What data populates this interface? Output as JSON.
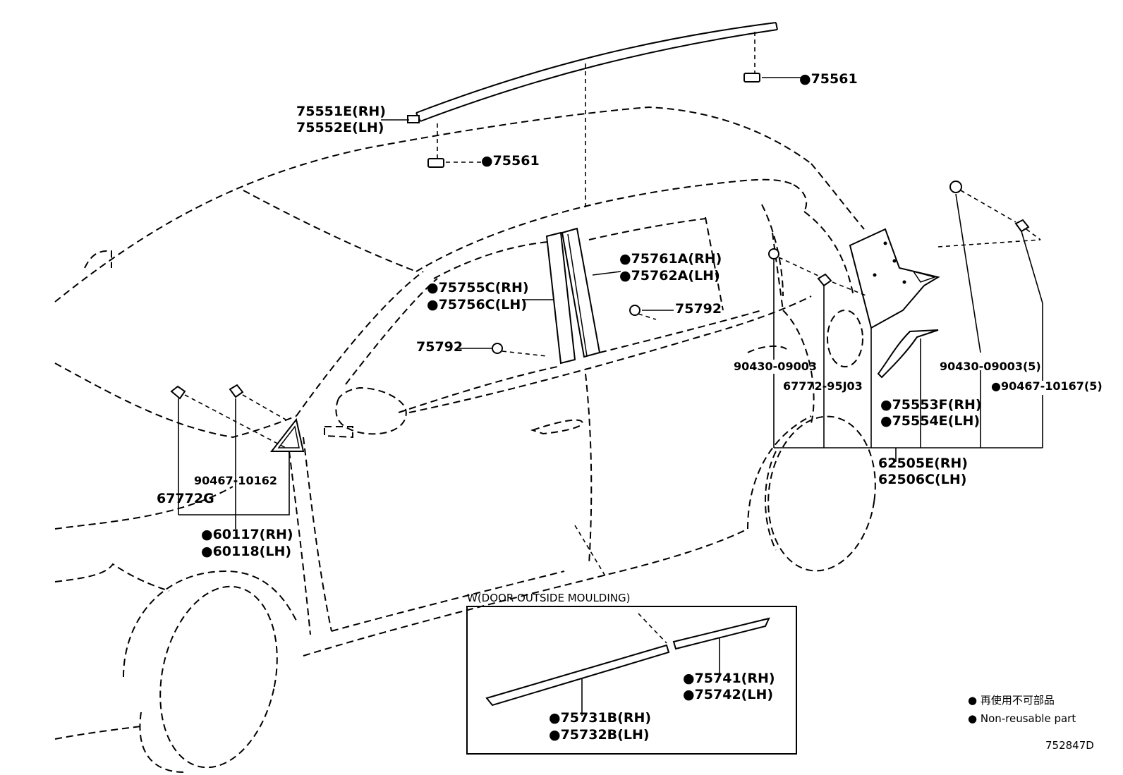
{
  "labels": {
    "l75551e": "75551E(RH)",
    "l75552e": "75552E(LH)",
    "l75561_top": "●75561",
    "l75561_mid": "●75561",
    "l75761a": "●75761A(RH)",
    "l75762a": "●75762A(LH)",
    "l75755c": "●75755C(RH)",
    "l75756c": "●75756C(LH)",
    "l75792_right": "75792",
    "l75792_left": "75792",
    "l90430_a": "90430-09003",
    "l67772_95j03": "67772-95J03",
    "l90430_b": "90430-09003(5)",
    "l90467_10167": "●90467-10167(5)",
    "l75553f": "●75553F(RH)",
    "l75554e": "●75554E(LH)",
    "l62505e": "62505E(RH)",
    "l62506c": "62506C(LH)",
    "l90467_10162": "90467-10162",
    "l67772g": "67772G",
    "l60117": "●60117(RH)",
    "l60118": "●60118(LH)",
    "l75741": "●75741(RH)",
    "l75742": "●75742(LH)",
    "l75731b": "●75731B(RH)",
    "l75732b": "●75732B(LH)"
  },
  "inset": {
    "title": "W(DOOR OUTSIDE MOULDING)"
  },
  "legend": {
    "jp": "● 再使用不可部品",
    "en": "● Non-reusable part"
  },
  "diagram_code": "752847D"
}
